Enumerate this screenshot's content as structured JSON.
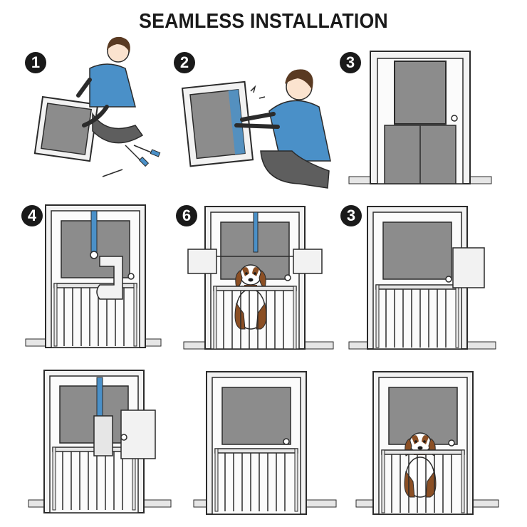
{
  "title": "SEAMLESS INSTALLATION",
  "steps": [
    {
      "number": "1"
    },
    {
      "number": "2"
    },
    {
      "number": "3"
    },
    {
      "number": "4"
    },
    {
      "number": "6"
    },
    {
      "number": "3"
    }
  ],
  "colors": {
    "line": "#2b2b2b",
    "screen_gray": "#8c8c8c",
    "frame_gray": "#d9d9d9",
    "shirt_blue": "#4a90c8",
    "hair_brown": "#5a3a22",
    "pants_gray": "#5e5e5e",
    "dog_brown": "#8b4f24",
    "dog_white": "#ffffff"
  }
}
